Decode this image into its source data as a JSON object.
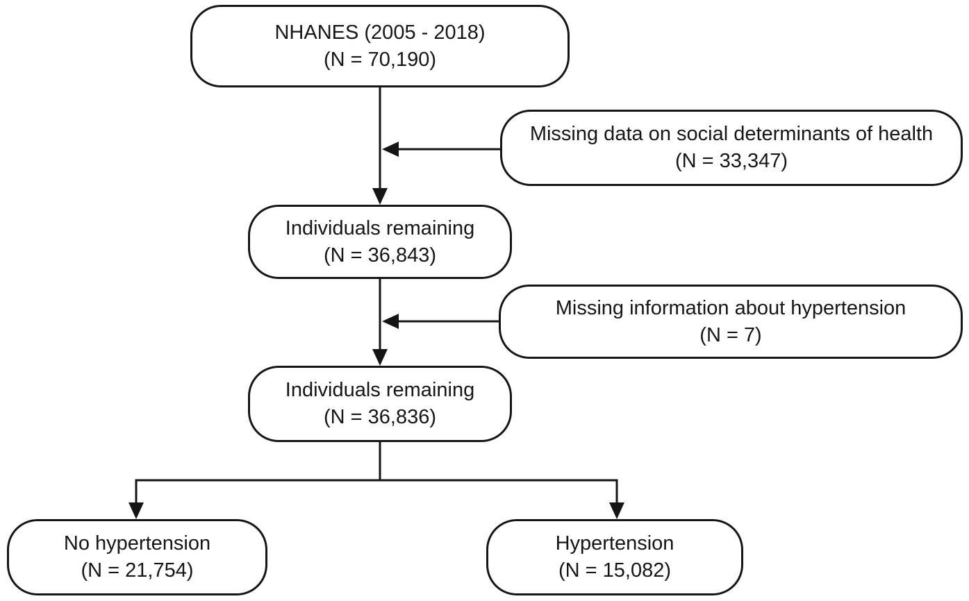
{
  "diagram": {
    "type": "flowchart",
    "colors": {
      "line": "#151515",
      "box_border": "#151515",
      "box_fill": "#ffffff",
      "background": "#ffffff"
    },
    "nodes": {
      "source": {
        "line1": "NHANES (2005 - 2018)",
        "line2": "(N = 70,190)"
      },
      "excluded_sdoh": {
        "line1": "Missing data on social determinants of health",
        "line2": "(N = 33,347)"
      },
      "remaining_after_sdoh": {
        "line1": "Individuals remaining",
        "line2": "(N = 36,843)"
      },
      "excluded_hypertension_info": {
        "line1": "Missing information about hypertension",
        "line2": "(N = 7)"
      },
      "remaining_after_hypertension_info": {
        "line1": "Individuals remaining",
        "line2": "(N = 36,836)"
      },
      "no_hypertension": {
        "line1": "No hypertension",
        "line2": "(N = 21,754)"
      },
      "hypertension": {
        "line1": "Hypertension",
        "line2": "(N = 15,082)"
      }
    },
    "flow": [
      {
        "from": "source",
        "to": "remaining_after_sdoh",
        "exclusion": "excluded_sdoh"
      },
      {
        "from": "remaining_after_sdoh",
        "to": "remaining_after_hypertension_info",
        "exclusion": "excluded_hypertension_info"
      },
      {
        "from": "remaining_after_hypertension_info",
        "to": [
          "no_hypertension",
          "hypertension"
        ]
      }
    ]
  }
}
